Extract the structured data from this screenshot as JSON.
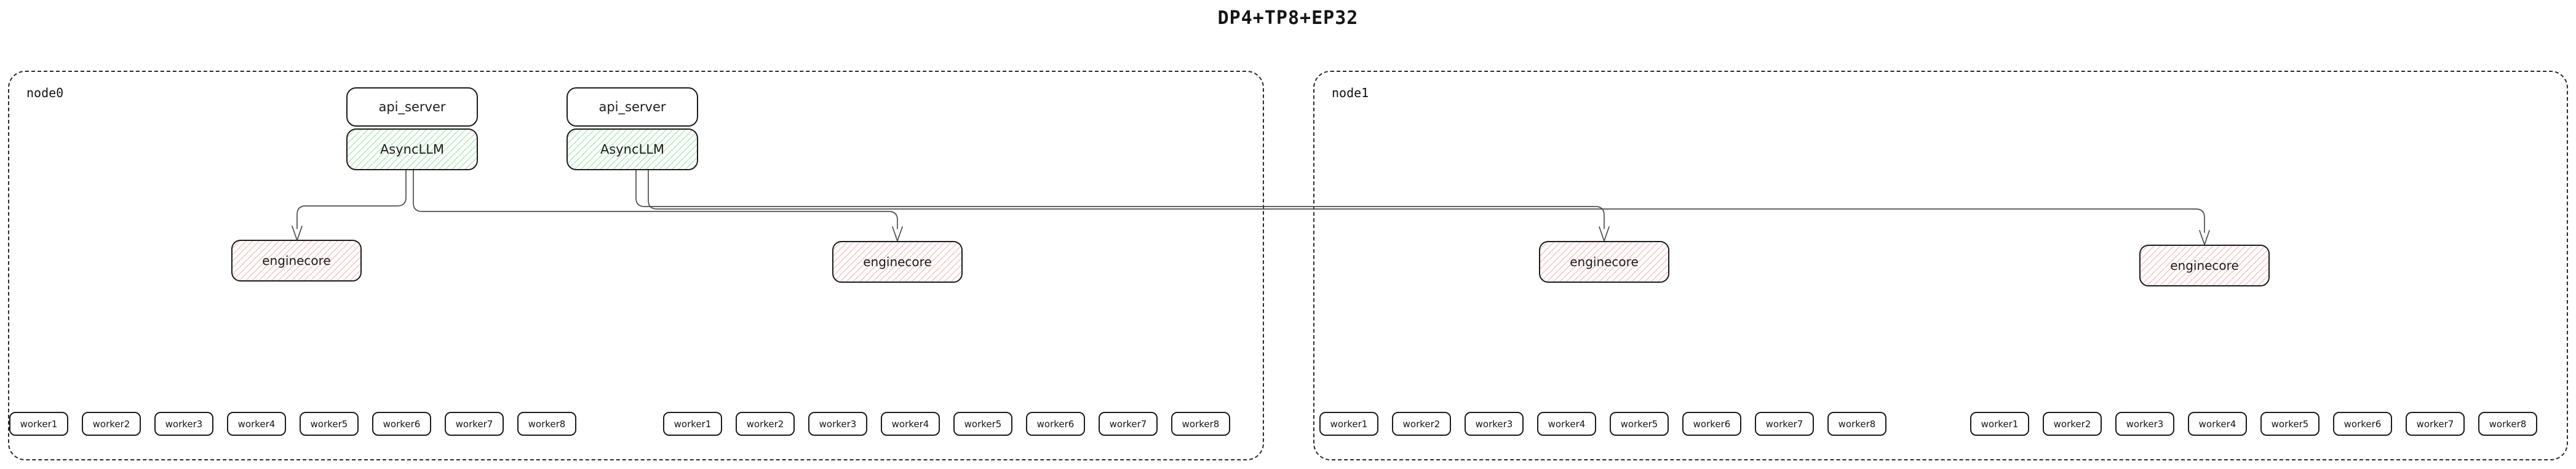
{
  "title": "DP4+TP8+EP32",
  "nodes": [
    {
      "label": "node0"
    },
    {
      "label": "node1"
    }
  ],
  "stacks": [
    {
      "api_server": "api_server",
      "asyncllm": "AsyncLLM"
    },
    {
      "api_server": "api_server",
      "asyncllm": "AsyncLLM"
    }
  ],
  "enginecores": [
    {
      "label": "enginecore"
    },
    {
      "label": "enginecore"
    },
    {
      "label": "enginecore"
    },
    {
      "label": "enginecore"
    }
  ],
  "worker_groups": [
    [
      "worker1",
      "worker2",
      "worker3",
      "worker4",
      "worker5",
      "worker6",
      "worker7",
      "worker8"
    ],
    [
      "worker1",
      "worker2",
      "worker3",
      "worker4",
      "worker5",
      "worker6",
      "worker7",
      "worker8"
    ],
    [
      "worker1",
      "worker2",
      "worker3",
      "worker4",
      "worker5",
      "worker6",
      "worker7",
      "worker8"
    ],
    [
      "worker1",
      "worker2",
      "worker3",
      "worker4",
      "worker5",
      "worker6",
      "worker7",
      "worker8"
    ]
  ],
  "edges": [
    {
      "from": "AsyncLLM-1",
      "to": "enginecore-1"
    },
    {
      "from": "AsyncLLM-1",
      "to": "enginecore-2"
    },
    {
      "from": "AsyncLLM-2",
      "to": "enginecore-3"
    },
    {
      "from": "AsyncLLM-2",
      "to": "enginecore-4"
    }
  ],
  "colors": {
    "background": "#ffffff",
    "box_border": "#1b1b1b",
    "node_border_dashed": "#2b2b2b",
    "edge_stroke": "#4f4f4f",
    "asyncllm_hatch_green": "#6ecd73",
    "enginecore_hatch_red": "#e78080"
  }
}
